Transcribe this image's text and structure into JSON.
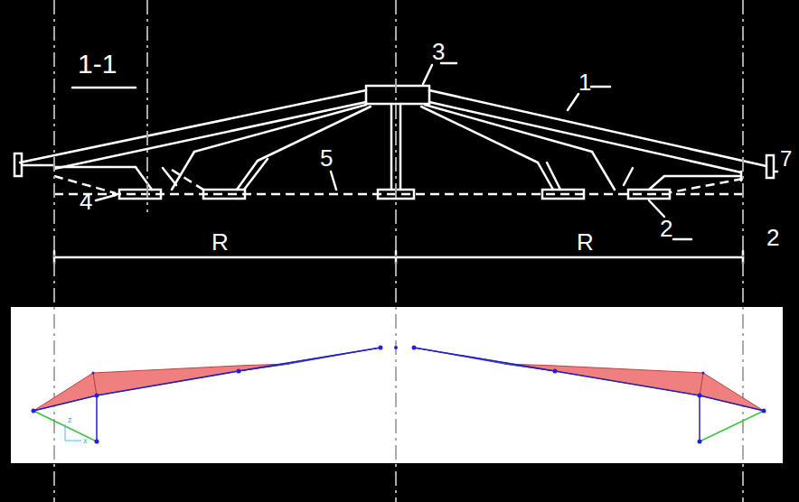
{
  "diagram": {
    "labels": [
      "1-1",
      "3",
      "1",
      "5",
      "4",
      "2",
      "7",
      "R",
      "R",
      "2",
      "z",
      "x"
    ]
  }
}
